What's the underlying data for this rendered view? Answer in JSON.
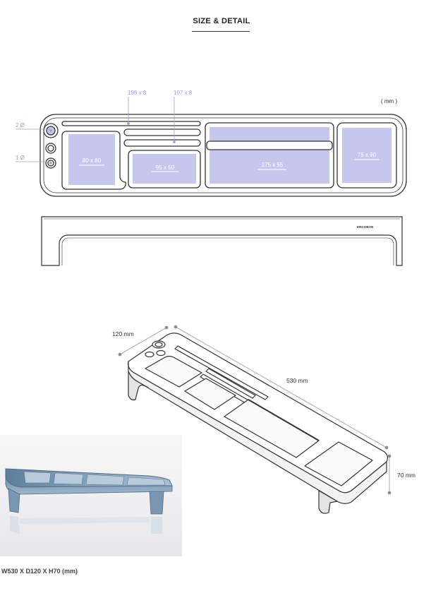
{
  "page": {
    "title": "SIZE & DETAIL",
    "unit_note": "( mm )",
    "spec": "W530 X D120 X H70 (mm)"
  },
  "top_view": {
    "slot_labels": {
      "long_slot": "198 x 8",
      "short_slot": "107 x 8",
      "hole_large": "2 Ø",
      "hole_small": "1 Ø"
    },
    "compartments": {
      "a": "80 x 80",
      "b": "95 x 50",
      "c": "175 x 55",
      "d": "75 x 90"
    }
  },
  "front_view": {
    "brand": "ERGOBON"
  },
  "perspective": {
    "depth": "120 mm",
    "width": "530 mm",
    "height": "70 mm"
  },
  "colors": {
    "label_blue": "#9aa0d8",
    "fill_blue": "#c5c7ec",
    "outline": "#333333"
  }
}
